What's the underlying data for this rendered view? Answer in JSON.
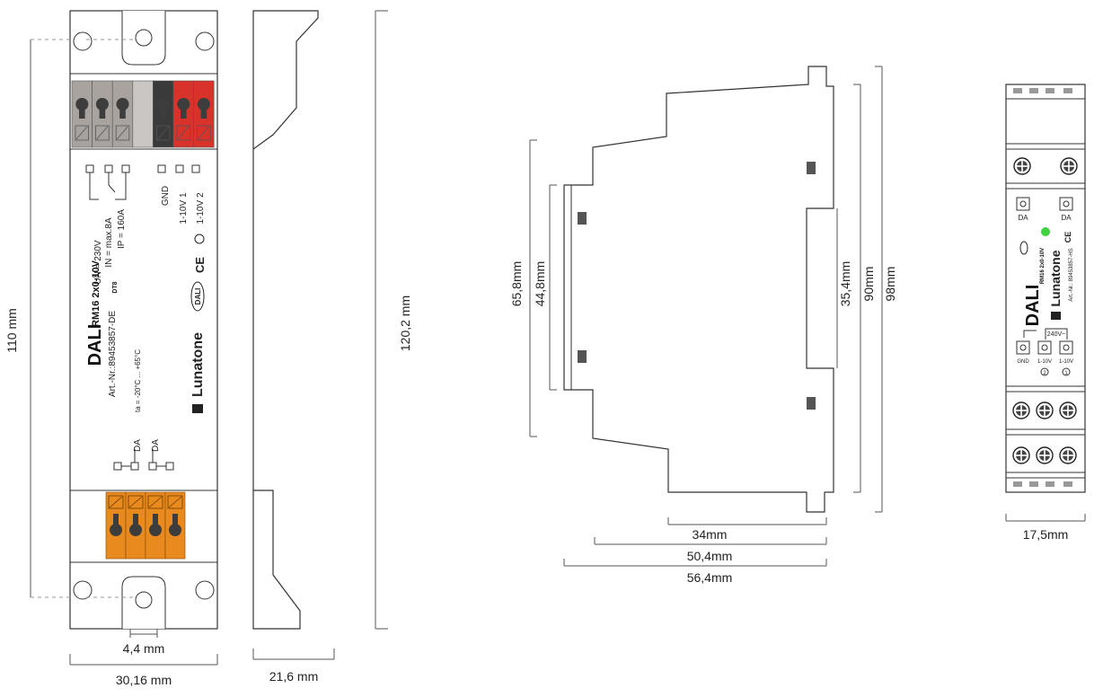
{
  "dimensions": {
    "total_length_with_tabs": "110 mm",
    "length": "120,2 mm",
    "width": "30,16 mm",
    "hole_width": "4,4 mm",
    "depth": "21,6 mm",
    "side_height_outer": "65,8mm",
    "side_height_inner": "44,8mm",
    "rail_height": "35,4mm",
    "height_90": "90mm",
    "height_98": "98mm",
    "depth_34": "34mm",
    "depth_50": "50,4mm",
    "depth_56": "56,4mm",
    "din_width": "17,5mm"
  },
  "device_top": {
    "brand": "DALI",
    "model": "RM16 2x0-10V",
    "dt": "DT8",
    "article": "Art.-Nr.:89453857-DE",
    "ratings": [
      "UN = 230V",
      "IN = max.8A",
      "IP = 160A"
    ],
    "temperature": "ta = -20°C ... +65°C",
    "terminal_labels": [
      "GND",
      "1-10V 1",
      "1-10V 2"
    ],
    "da_labels": [
      "DA",
      "DA"
    ],
    "logo": "Lunatone",
    "dali_badge": "DALI",
    "ce": "CE"
  },
  "device_front": {
    "brand": "DALI",
    "model": "RM16 2x0-10V",
    "article": "Art.-Nr.: 89453857-HS",
    "logo": "Lunatone",
    "da_labels": [
      "DA",
      "DA"
    ],
    "voltage": "240V~",
    "terminal_labels": [
      "GND",
      "1-10V",
      "1-10V"
    ],
    "terminal_numbers": [
      "2",
      "1"
    ],
    "led_color": "#3fd13f"
  },
  "colors": {
    "gray_terminal": "#a9a39f",
    "black_terminal": "#3a3a3a",
    "red_terminal": "#d8322b",
    "orange_terminal": "#e88a1e"
  }
}
